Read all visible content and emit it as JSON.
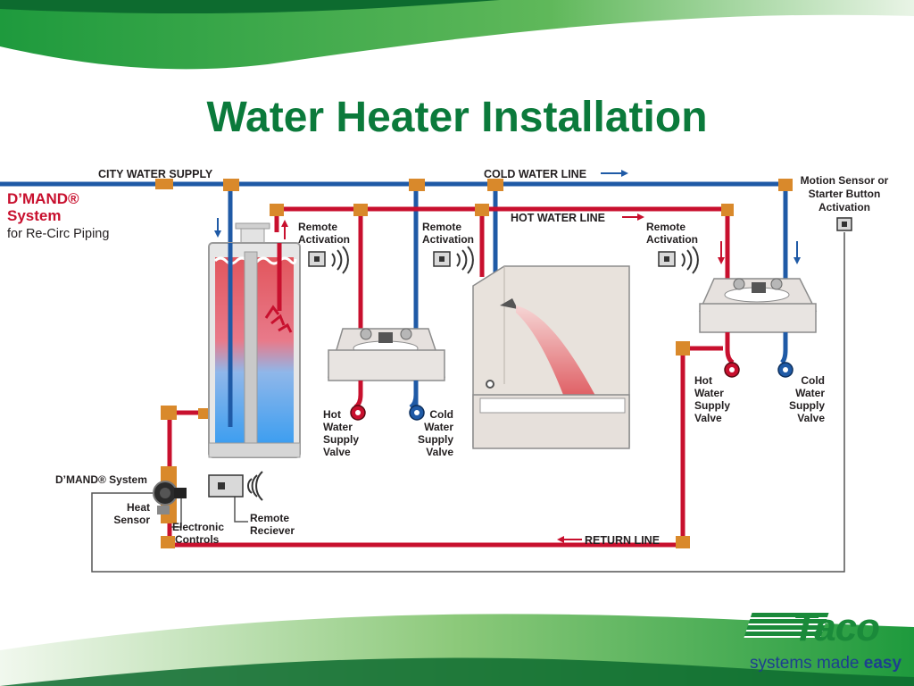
{
  "title": "Water Heater Installation",
  "colors": {
    "title_green": "#0b7a3b",
    "hot_pipe": "#c8102e",
    "cold_pipe": "#1f5aa6",
    "fitting": "#d9892b",
    "banner_green": "#1e9a3d"
  },
  "diagram": {
    "city_water_supply": "CITY WATER SUPPLY",
    "cold_water_line": "COLD WATER LINE",
    "hot_water_line": "HOT WATER LINE",
    "return_line": "RETURN LINE",
    "brand_line1": "D’MAND®",
    "brand_line2": "System",
    "brand_line3": "for Re-Circ Piping",
    "remote_1": "Remote",
    "remote_2": "Activation",
    "motion_1": "Motion Sensor or",
    "motion_2": "Starter Button",
    "motion_3": "Activation",
    "hot_1": "Hot",
    "hot_2": "Water",
    "hot_3": "Supply",
    "hot_4": "Valve",
    "cold_1": "Cold",
    "cold_2": "Water",
    "cold_3": "Supply",
    "cold_4": "Valve",
    "dmand_system": "D’MAND® System",
    "heat_1": "Heat",
    "heat_2": "Sensor",
    "electronic_1": "Electronic",
    "electronic_2": "Controls",
    "receiver_1": "Remote",
    "receiver_2": "Reciever"
  },
  "logo": {
    "word": "Taco",
    "tagline_a": "systems made ",
    "tagline_b": "easy"
  }
}
